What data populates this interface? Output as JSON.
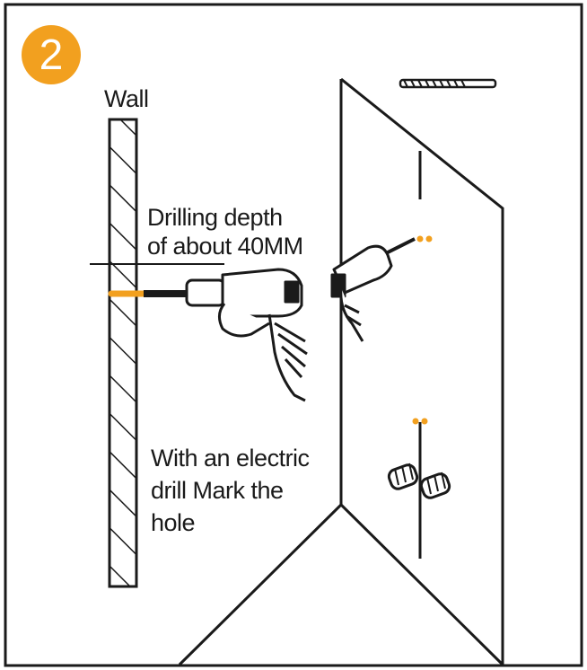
{
  "step": {
    "number": "2"
  },
  "labels": {
    "wall": "Wall",
    "depth_line1": "Drilling depth",
    "depth_line2": "of about 40MM",
    "instruction_line1": "With an electric",
    "instruction_line2": "drill Mark the",
    "instruction_line3": "hole"
  },
  "colors": {
    "accent": "#F2A01F",
    "line": "#1a1a1a",
    "background": "#ffffff"
  },
  "icons": [
    "drill-icon",
    "screw-icon",
    "wall-anchor-icon"
  ]
}
